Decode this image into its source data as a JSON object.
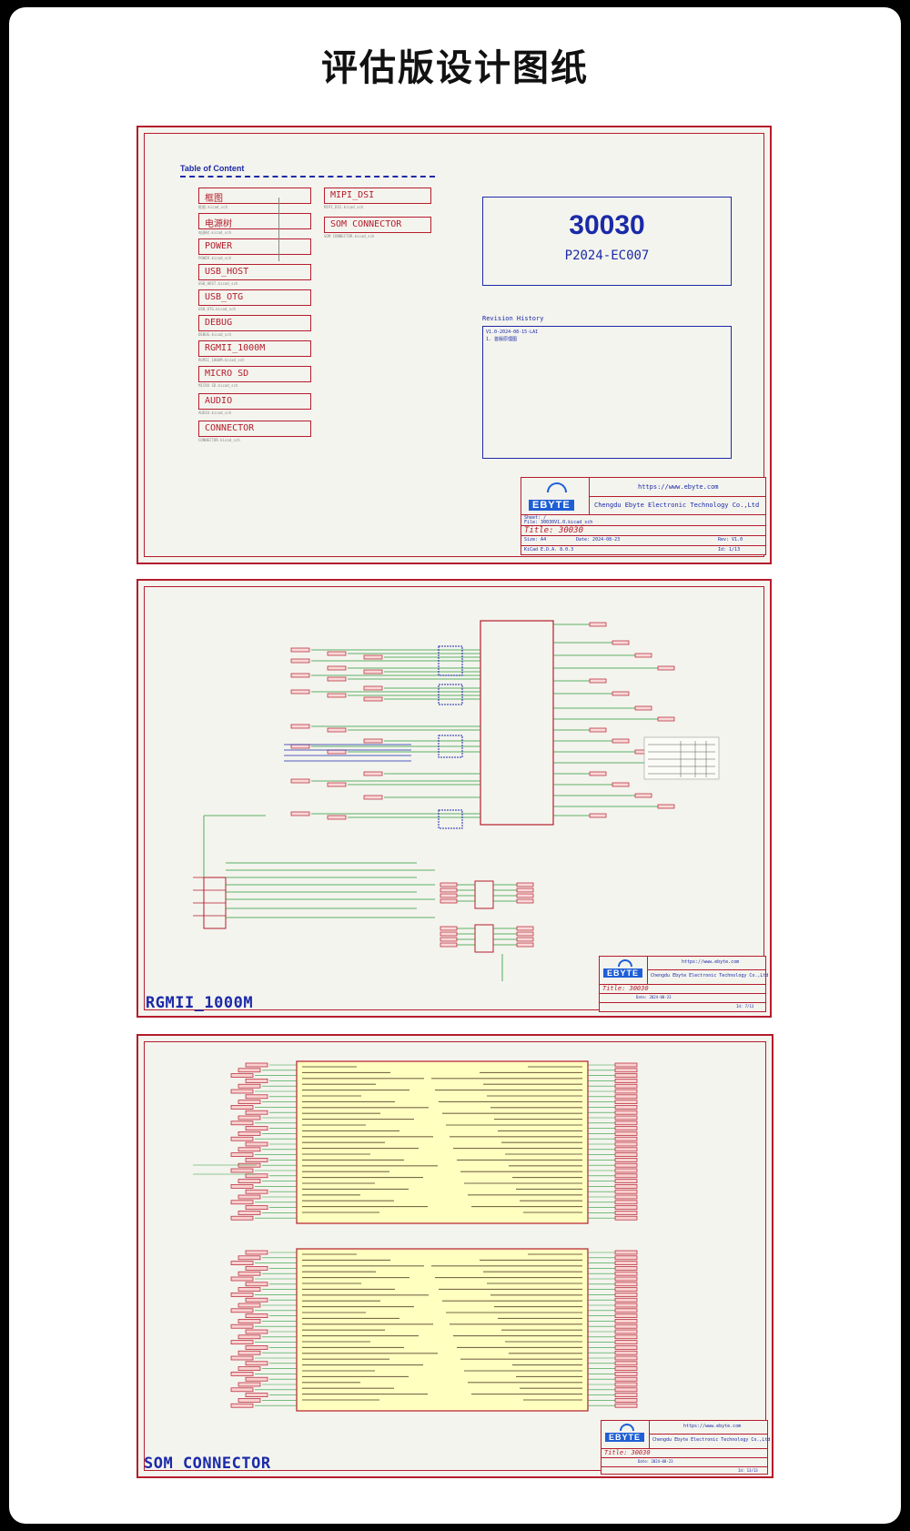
{
  "page": {
    "title": "评估版设计图纸"
  },
  "sheet1": {
    "toc_heading": "Table of Content",
    "toc_items": [
      {
        "label": "框图",
        "file": "框图.kicad_sch"
      },
      {
        "label": "电源树",
        "file": "电源树.kicad_sch"
      },
      {
        "label": "POWER",
        "file": "POWER.kicad_sch"
      },
      {
        "label": "USB_HOST",
        "file": "USB_HOST.kicad_sch"
      },
      {
        "label": "USB_OTG",
        "file": "USB_OTG.kicad_sch"
      },
      {
        "label": "DEBUG",
        "file": "DEBUG.kicad_sch"
      },
      {
        "label": "RGMII_1000M",
        "file": "RGMII_1000M.kicad_sch"
      },
      {
        "label": "MICRO SD",
        "file": "MICRO SD.kicad_sch"
      },
      {
        "label": "AUDIO",
        "file": "AUDIO.kicad_sch"
      },
      {
        "label": "CONNECTOR",
        "file": "CONNECTOR.kicad_sch"
      }
    ],
    "toc_items_col2": [
      {
        "label": "MIPI_DSI",
        "file": "MIPI_DSI.kicad_sch"
      },
      {
        "label": "SOM CONNECTOR",
        "file": "SOM CONNECTOR.kicad_sch"
      }
    ],
    "project_number": "30030",
    "project_code": "P2024-EC007",
    "revision_heading": "Revision History",
    "revision_entry": "V1.0-2024-08-15-LAI",
    "revision_note": "1. 首版原理图"
  },
  "title_block": {
    "brand": "EBYTE",
    "url": "https://www.ebyte.com",
    "company": "Chengdu Ebyte Electronic Technology Co.,Ltd",
    "sheet_field": "Sheet: /",
    "file_field": "File: 30030V1.0.kicad_sch",
    "title_field": "Title: 30030",
    "size_field": "Size: A4",
    "date_field": "Date: 2024-08-23",
    "rev_field": "Rev: V1.0",
    "kicad_field": "KiCad E.D.A. 8.0.3",
    "id_field": "Id: 1/13"
  },
  "sheet2": {
    "label": "RGMII_1000M",
    "title_field": "Title: 30030",
    "id_field": "Id: 7/13"
  },
  "sheet3": {
    "label": "SOM CONNECTOR",
    "title_field": "Title: 30030",
    "id_field": "Id: 13/13"
  },
  "colors": {
    "frame_red": "#b51c2c",
    "ink_blue": "#1b2aa8",
    "wire_green": "#2a9a3a",
    "ic_yellow": "#ffffc0",
    "paper": "#f4f4ee"
  }
}
